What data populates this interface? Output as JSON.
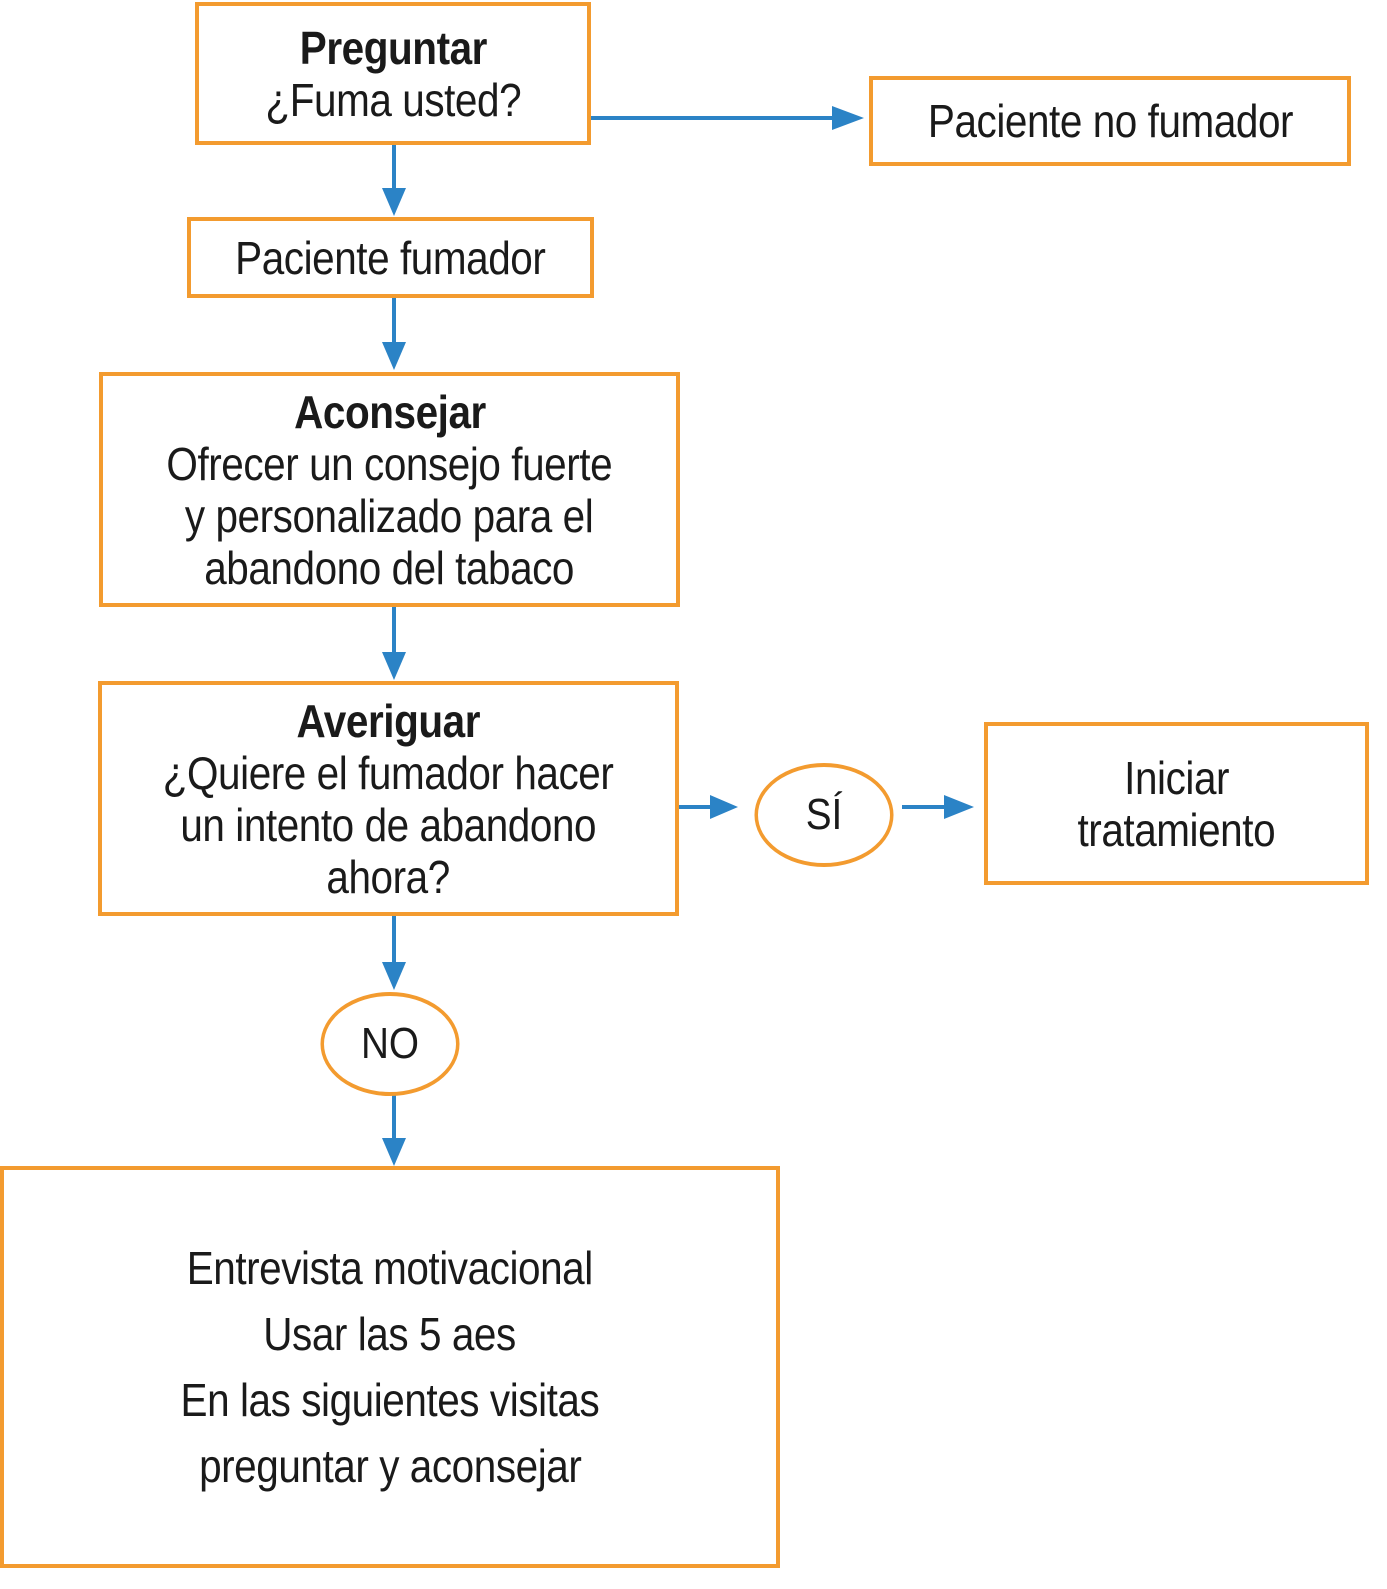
{
  "colors": {
    "box_border": "#F39B2F",
    "arrow": "#2B83C6",
    "text": "#1a1a1a"
  },
  "nodes": {
    "preguntar": {
      "title": "Preguntar",
      "lines": [
        "¿Fuma usted?"
      ]
    },
    "no_fumador": {
      "lines": [
        "Paciente no fumador"
      ]
    },
    "fumador": {
      "lines": [
        "Paciente fumador"
      ]
    },
    "aconsejar": {
      "title": "Aconsejar",
      "lines": [
        "Ofrecer un consejo fuerte",
        "y personalizado para el",
        "abandono del tabaco"
      ]
    },
    "averiguar": {
      "title": "Averiguar",
      "lines": [
        "¿Quiere el fumador hacer",
        "un intento de abandono",
        "ahora?"
      ]
    },
    "si": {
      "label": "SÍ"
    },
    "iniciar": {
      "lines": [
        "Iniciar",
        "tratamiento"
      ]
    },
    "no": {
      "label": "NO"
    },
    "entrevista": {
      "lines": [
        "Entrevista motivacional",
        "Usar las 5 aes",
        "En las siguientes visitas",
        "preguntar y aconsejar"
      ]
    }
  }
}
